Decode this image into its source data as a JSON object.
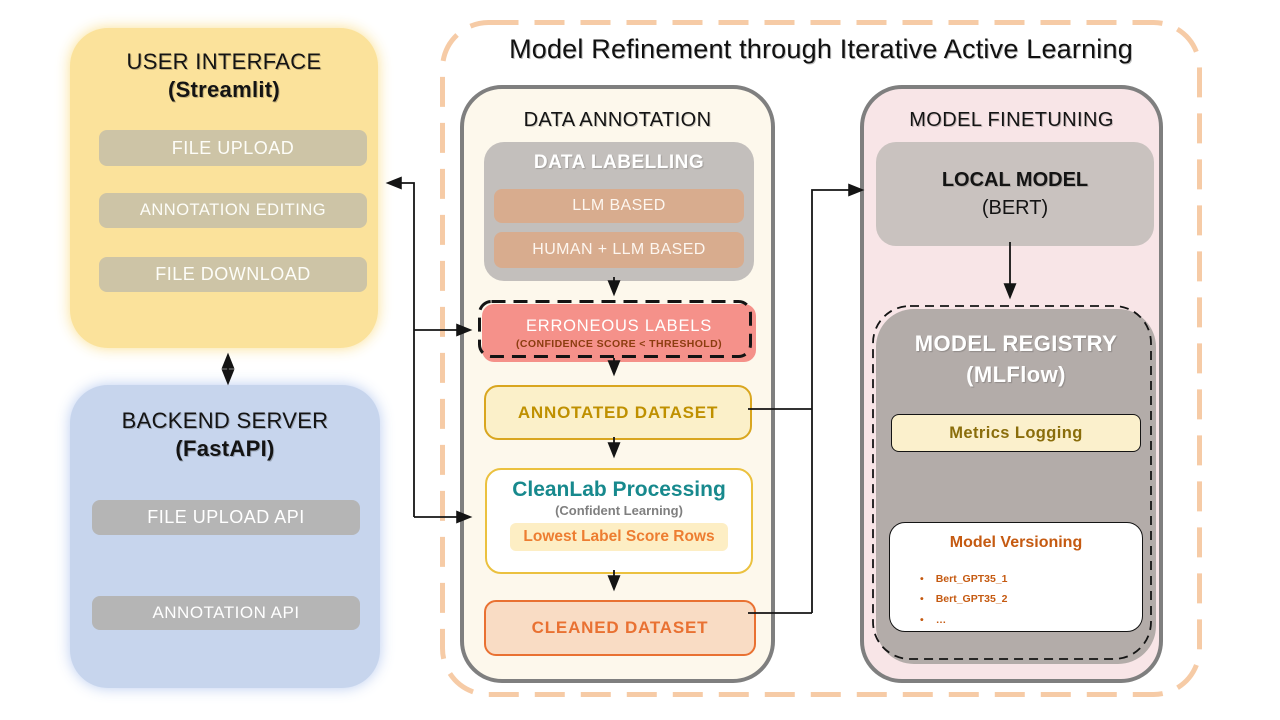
{
  "title": "Model Refinement through Iterative Active Learning",
  "user_interface": {
    "title": "USER INTERFACE",
    "subtitle": "(Streamlit)",
    "items": [
      "FILE UPLOAD",
      "ANNOTATION EDITING",
      "FILE DOWNLOAD"
    ]
  },
  "backend_server": {
    "title": "BACKEND SERVER",
    "subtitle": "(FastAPI)",
    "items": [
      "FILE UPLOAD API",
      "ANNOTATION API"
    ]
  },
  "data_annotation": {
    "title": "DATA ANNOTATION",
    "data_labelling": {
      "title": "DATA LABELLING",
      "methods": [
        "LLM BASED",
        "HUMAN + LLM BASED"
      ]
    },
    "erroneous_labels": {
      "title": "ERRONEOUS LABELS",
      "subtitle": "(CONFIDENCE SCORE < THRESHOLD)"
    },
    "annotated_dataset_label": "ANNOTATED DATASET",
    "cleanlab": {
      "title": "CleanLab Processing",
      "subtitle": "(Confident Learning)",
      "highlight": "Lowest Label Score Rows"
    },
    "cleaned_dataset_label": "CLEANED DATASET"
  },
  "model_finetuning": {
    "title": "MODEL FINETUNING",
    "local_model": {
      "title": "LOCAL MODEL",
      "subtitle": "(BERT)"
    },
    "model_registry": {
      "title": "MODEL REGISTRY",
      "subtitle": "(MLFlow)",
      "metrics_logging_label": "Metrics Logging",
      "model_versioning": {
        "title": "Model Versioning",
        "versions": [
          "Bert_GPT35_1",
          "Bert_GPT35_2",
          "…"
        ]
      }
    }
  },
  "colors": {
    "outer_dash": "#F6CBA6",
    "ui_fill": "#FBE29B",
    "backend_fill": "#C7D5ED",
    "annotation_panel_fill": "#FDF8EC",
    "finetuning_panel_fill": "#F8E5E7",
    "erroneous_fill": "#F5918A",
    "annotated_border": "#D9A61F",
    "cleanlab_accent": "#17898D",
    "orange_accent": "#E97132",
    "versioning_accent": "#C55A11"
  }
}
